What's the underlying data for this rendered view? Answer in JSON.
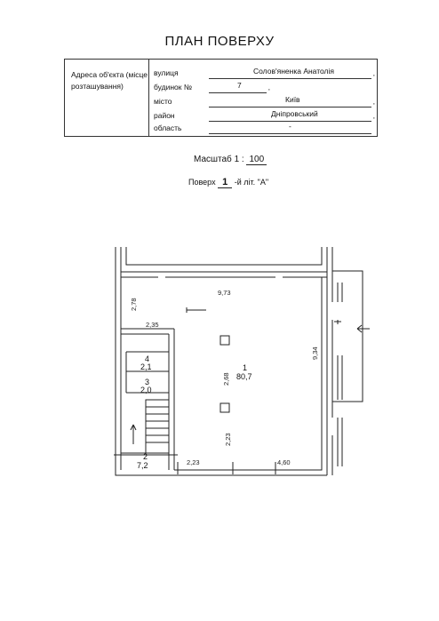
{
  "title": "ПЛАН ПОВЕРХУ",
  "address": {
    "caption": "Адреса об'єкта (місце розташування)",
    "street_label": "вулиця",
    "street_value": "Солов'яненка Анатолія",
    "building_label": "будинок №",
    "building_value": "7",
    "city_label": "місто",
    "city_value": "Київ",
    "district_label": "район",
    "district_value": "Дніпровський",
    "region_label": "область",
    "region_value": "-"
  },
  "scale": {
    "label": "Масштаб",
    "prefix": "1 :",
    "value": "100"
  },
  "floor": {
    "label": "Поверх",
    "value": "1",
    "suffix": "-й літ. \"А\""
  },
  "plan": {
    "rooms": [
      {
        "number": "1",
        "area": "80,7"
      },
      {
        "number": "2",
        "area": "7,2"
      },
      {
        "number": "3",
        "area": "2,0"
      },
      {
        "number": "4",
        "area": "2,1"
      }
    ],
    "dimensions": {
      "top_width": "9,73",
      "upper_left": "2,78",
      "corridor": "2,35",
      "right_side": "9,34",
      "inner_mid": "2,68",
      "inner_low": "2,23",
      "bottom_left": "2,23",
      "bottom_right": "4,60"
    }
  }
}
